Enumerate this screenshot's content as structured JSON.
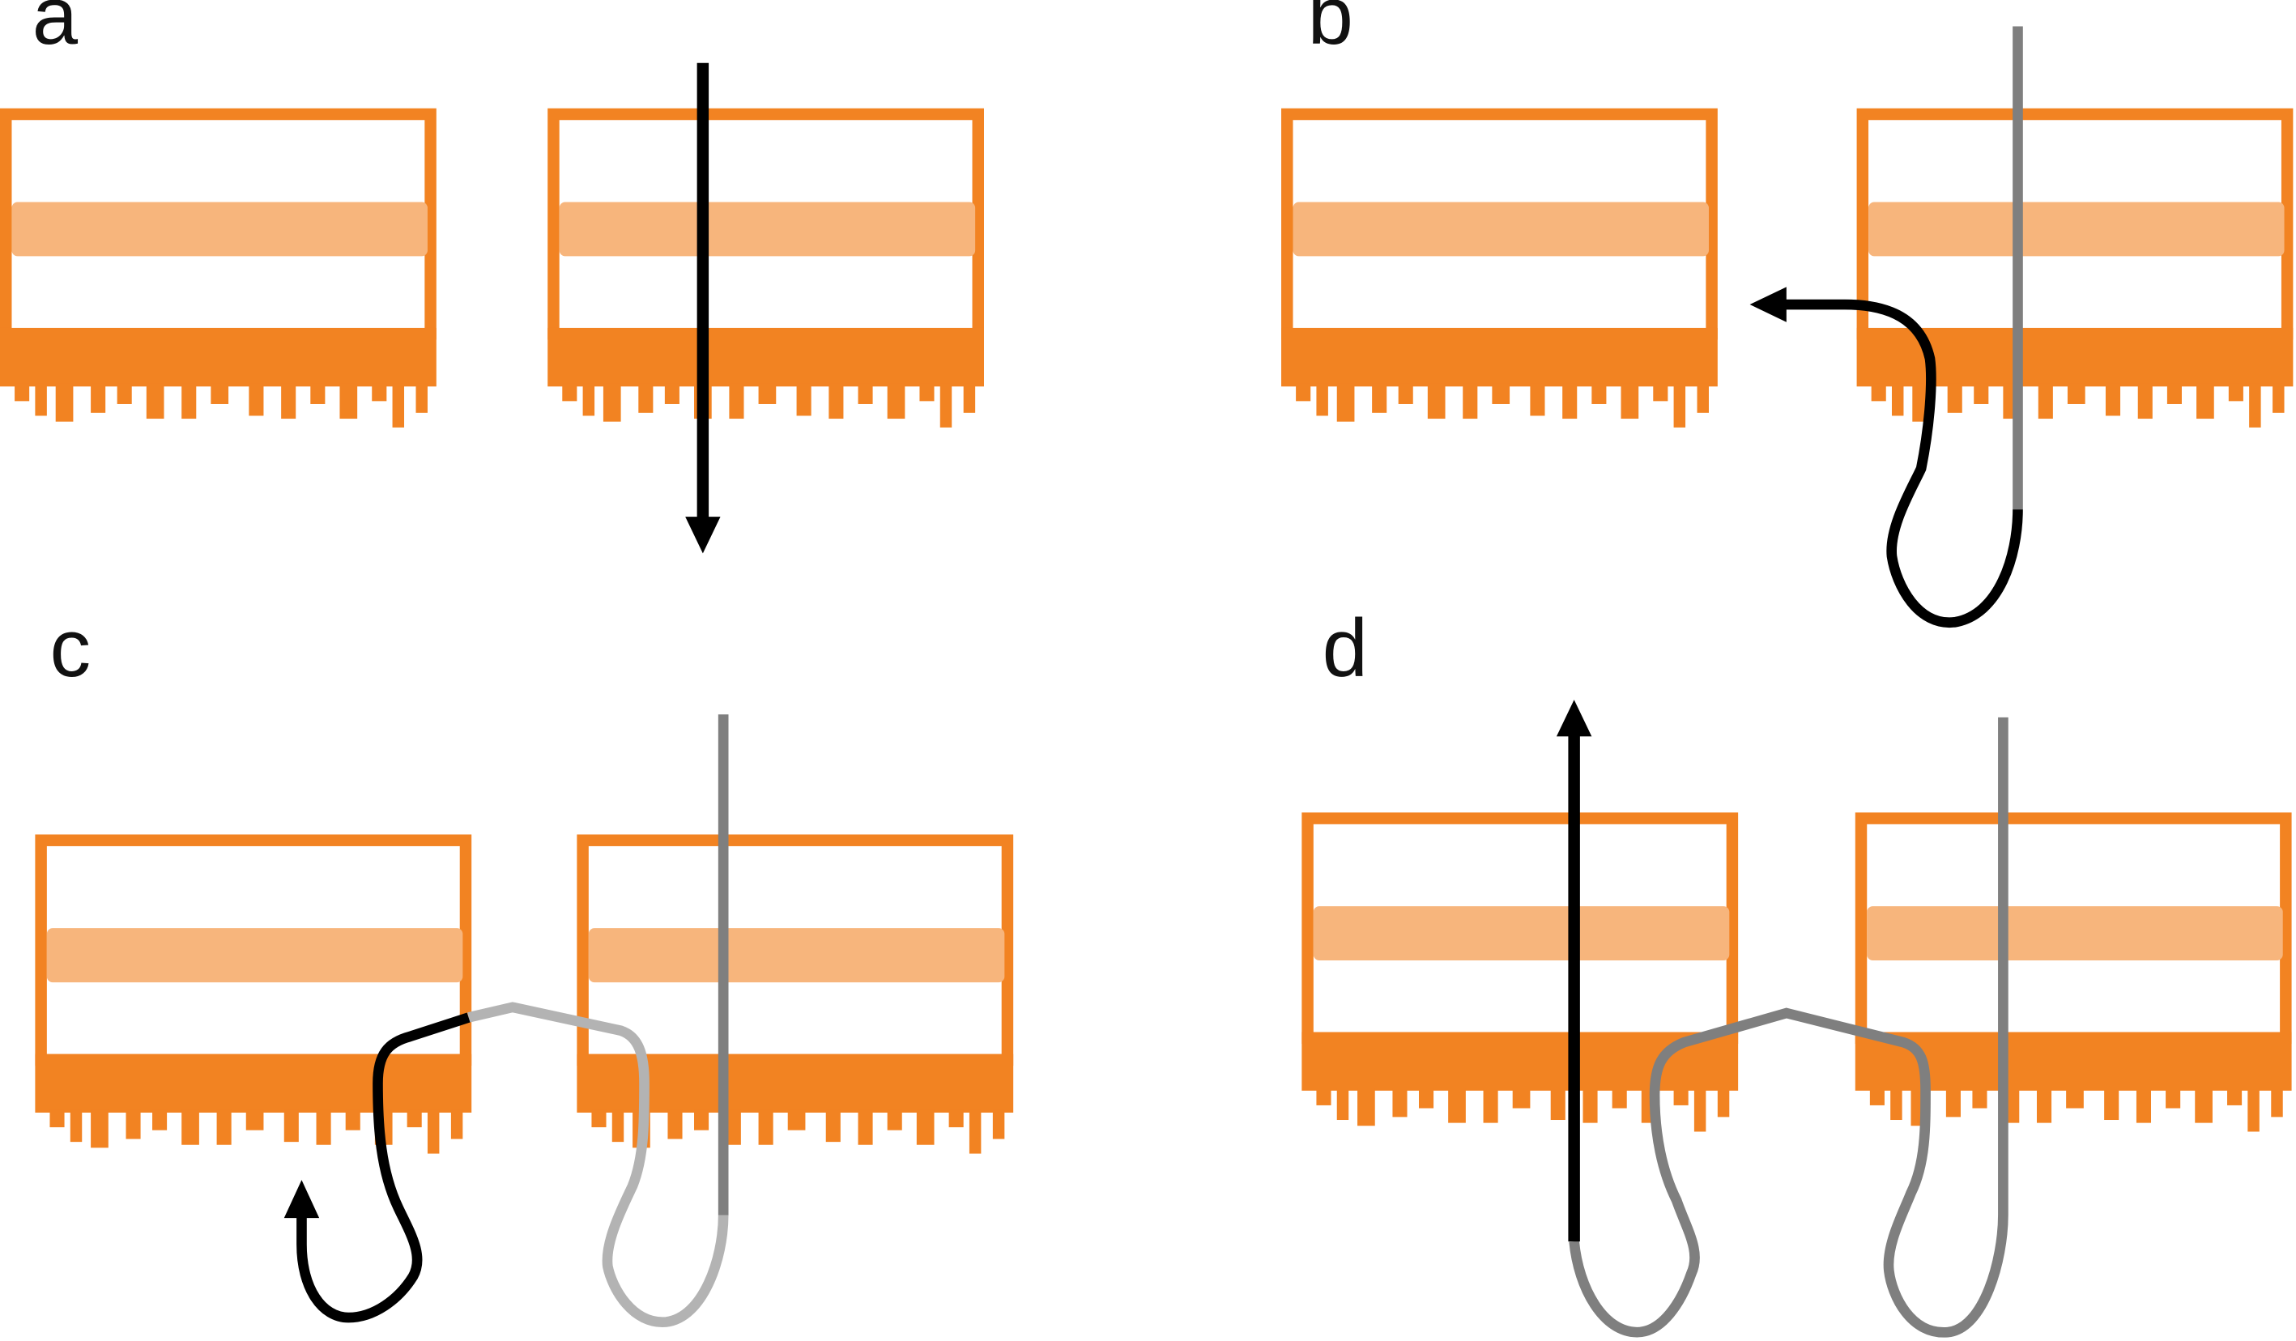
{
  "colors": {
    "membrane": "#F28322",
    "band": "#F7B57C",
    "strand_active": "#000000",
    "strand_mid": "#7F7F7F",
    "strand_light": "#B3B3B3"
  },
  "panels": [
    {
      "label": "a",
      "description_icon": "downward-threading-arrow-icon"
    },
    {
      "label": "b",
      "description_icon": "hook-arrow-left-icon"
    },
    {
      "label": "c",
      "description_icon": "loop-arrow-up-icon"
    },
    {
      "label": "d",
      "description_icon": "upward-return-arrow-icon"
    }
  ]
}
